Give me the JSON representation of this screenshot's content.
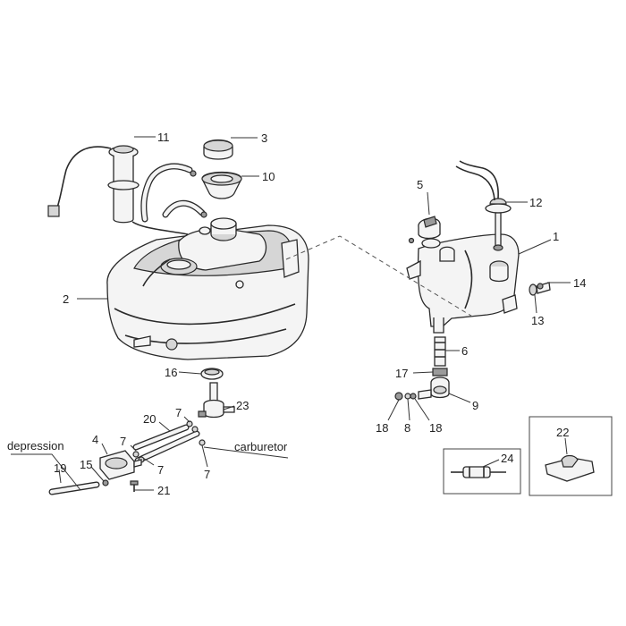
{
  "callouts": [
    "1",
    "2",
    "3",
    "4",
    "5",
    "6",
    "7",
    "7",
    "7",
    "7",
    "8",
    "9",
    "10",
    "11",
    "12",
    "13",
    "14",
    "15",
    "16",
    "17",
    "18",
    "18",
    "19",
    "20",
    "21",
    "22",
    "23",
    "24"
  ],
  "labels": {
    "depression": "depression",
    "carburetor": "carburetor"
  }
}
